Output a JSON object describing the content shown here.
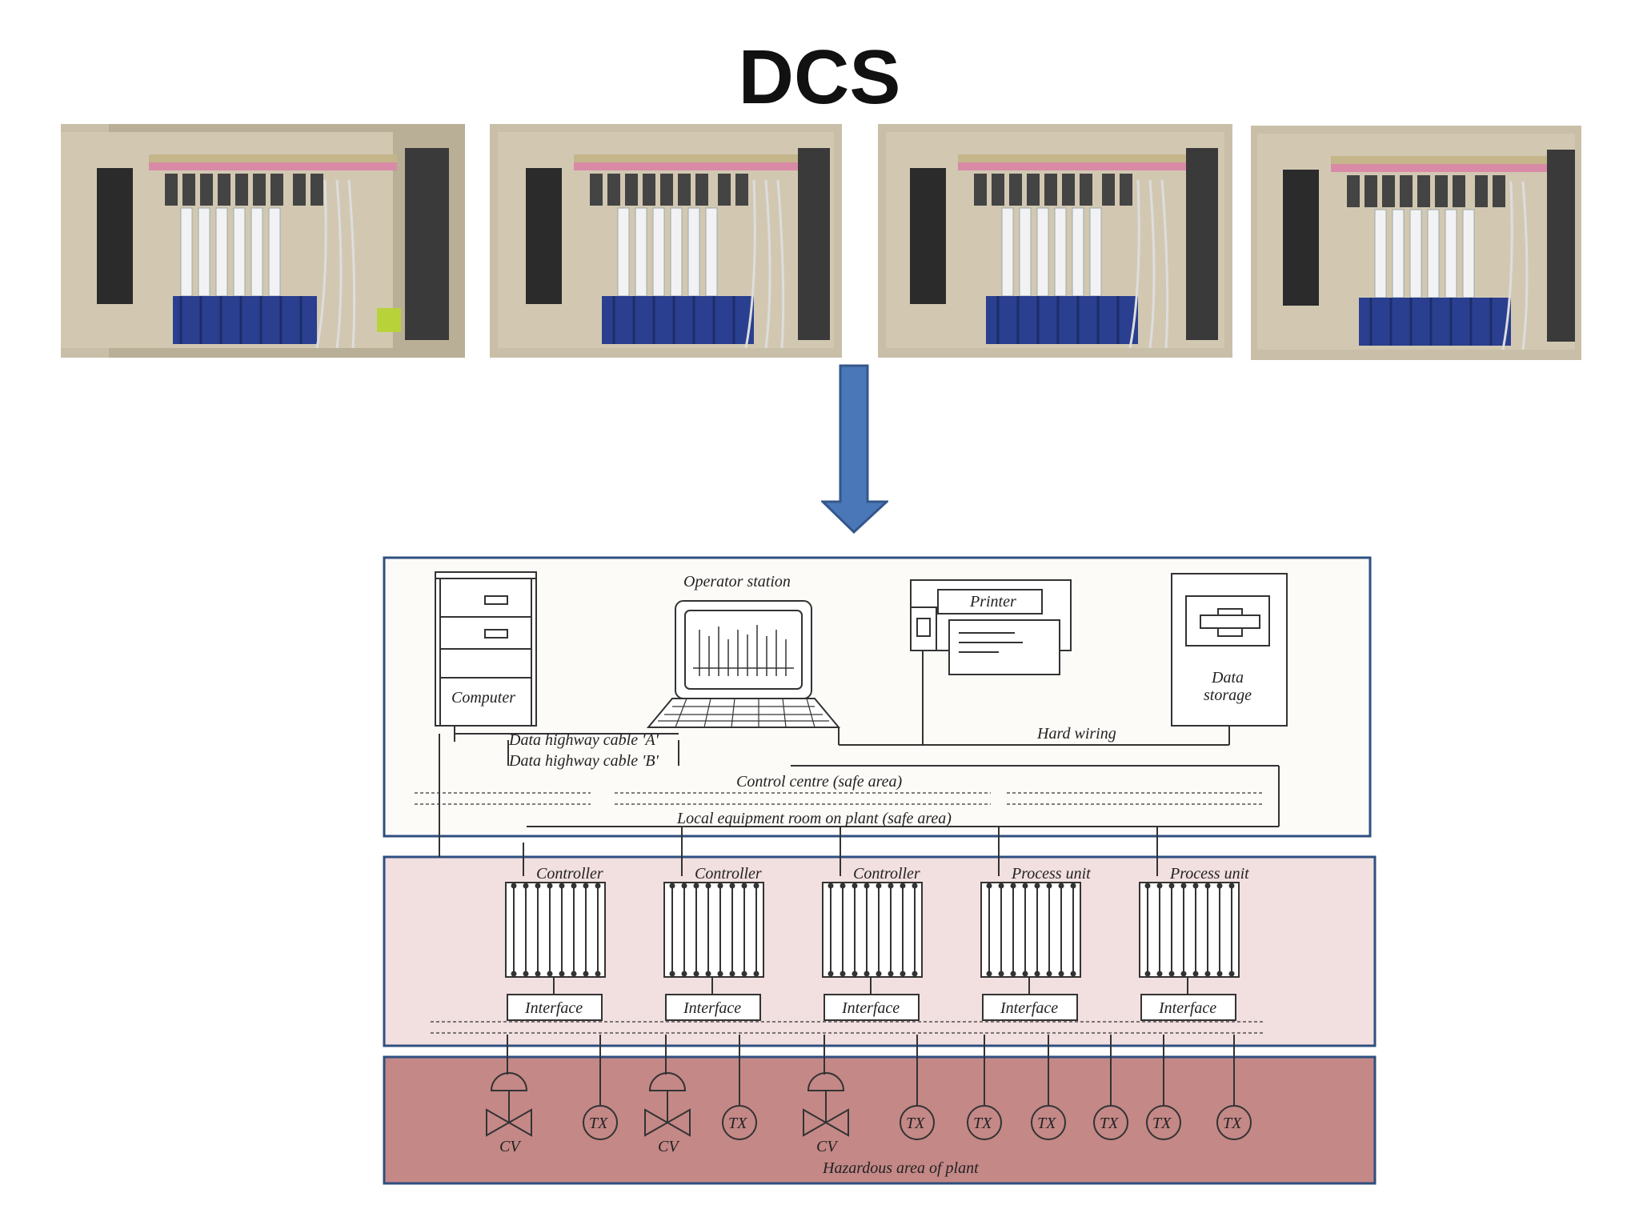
{
  "title": "DCS",
  "photos": [
    {
      "name": "DCS control rack photo 1"
    },
    {
      "name": "DCS control rack photo 2"
    },
    {
      "name": "DCS control rack photo 3"
    },
    {
      "name": "DCS control rack photo 4"
    }
  ],
  "diagram": {
    "computer": "Computer",
    "operator_station": "Operator station",
    "printer": "Printer",
    "data_storage_1": "Data",
    "data_storage_2": "storage",
    "hard_wiring": "Hard wiring",
    "cable_a": "Data highway cable 'A'",
    "cable_b": "Data highway cable 'B'",
    "control_centre": "Control centre (safe area)",
    "local_room": "Local equipment room on plant (safe area)",
    "units": [
      "Controller",
      "Controller",
      "Controller",
      "Process unit",
      "Process unit"
    ],
    "interface": "Interface",
    "hazardous": "Hazardous area of plant",
    "cv": "CV",
    "tx": "TX"
  },
  "colors": {
    "safe_zone": "#fdfbf8",
    "plant_zone": "#f2dfe0",
    "hazard_zone": "#c48887",
    "border": "#2f4f80",
    "arrow": "#4a77b8",
    "arrow_border": "#34578b"
  }
}
